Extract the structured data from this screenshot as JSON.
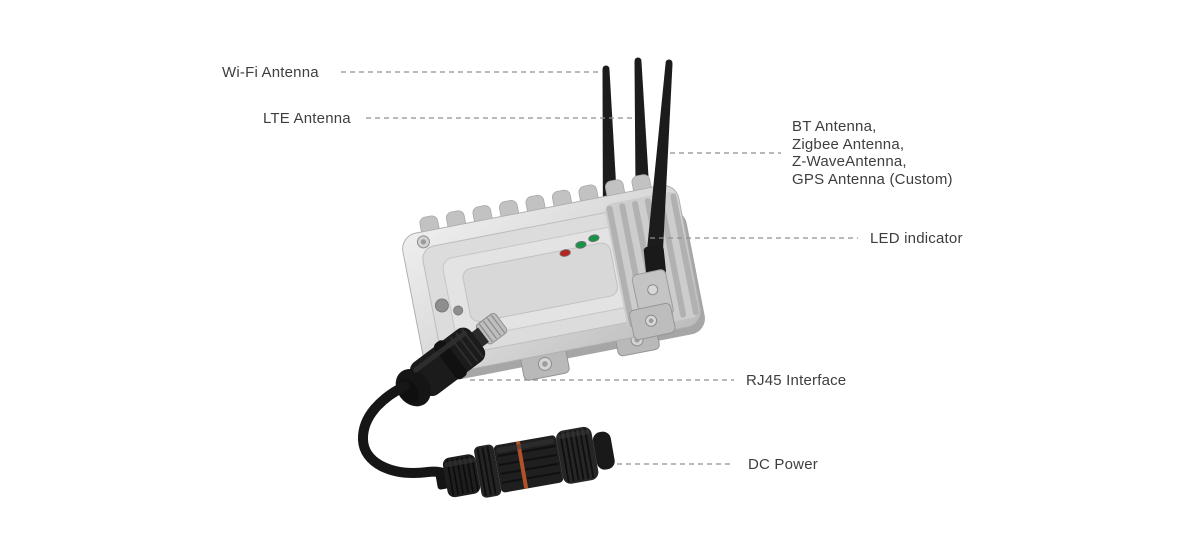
{
  "page": {
    "background": "#ffffff"
  },
  "callouts": {
    "wifi": "Wi-Fi Antenna",
    "lte": "LTE Antenna",
    "multi": {
      "lines": [
        "BT Antenna,",
        "Zigbee Antenna,",
        "Z-WaveAntenna,",
        "GPS Antenna (Custom)"
      ]
    },
    "led": "LED indicator",
    "rj45": "RJ45 Interface",
    "dc": "DC Power"
  },
  "device": {
    "leds": [
      {
        "color": "#b8231e"
      },
      {
        "color": "#169445"
      },
      {
        "color": "#169445"
      }
    ],
    "accent_stripe_color": "#b0512a",
    "callout_line_color": "#8f8f8f"
  }
}
